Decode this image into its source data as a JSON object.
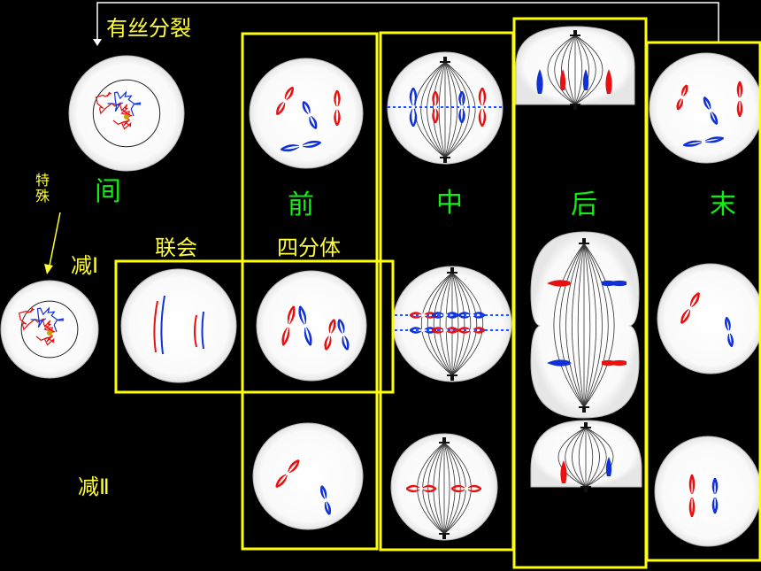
{
  "labels": {
    "mitosis": "有丝分裂",
    "special": "特殊",
    "interphase": "间",
    "prophase": "前",
    "metaphase": "中",
    "anaphase": "后",
    "telophase": "末",
    "meiosis1": "减Ⅰ",
    "synapsis": "联会",
    "tetrad": "四分体",
    "meiosis2": "减Ⅱ"
  },
  "colors": {
    "background": "#000000",
    "label_yellow": "#ffff33",
    "label_green": "#11ee11",
    "box_yellow": "#ffff00",
    "chromosome_red": "#e81010",
    "chromosome_blue": "#1030d8",
    "cell": "#ffffff",
    "spindle": "#333333"
  },
  "rows": [
    "mitosis",
    "meiosis1",
    "meiosis2"
  ],
  "columns": [
    "interphase",
    "synapsis",
    "prophase",
    "metaphase",
    "anaphase",
    "telophase"
  ],
  "icons": [
    "cell-nucleus-icon",
    "chromosome-icon",
    "spindle-icon",
    "centrosome-icon",
    "arrow-icon"
  ]
}
